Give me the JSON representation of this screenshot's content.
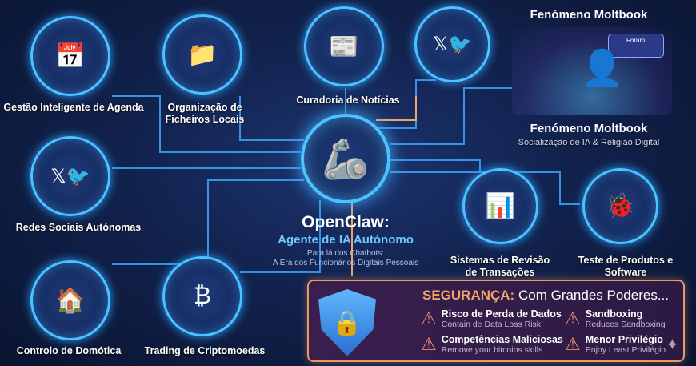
{
  "nodes": {
    "agenda": {
      "label": "Gestão Inteligente de Agenda",
      "icon": "calendar-icon"
    },
    "files": {
      "label": "Organização de Ficheiros Locais",
      "icon": "folder-icon"
    },
    "news": {
      "label": "Curadoria de Notícias",
      "icon": "rss-news-icon"
    },
    "social_top": {
      "icon": "x-twitter-icon"
    },
    "social": {
      "label": "Redes Sociais Autónomas",
      "icon": "x-twitter-icon"
    },
    "transactions": {
      "label": "Sistemas de Revisão de Transações",
      "icon": "spreadsheet-search-icon"
    },
    "testing": {
      "label": "Teste de Produtos e Software",
      "icon": "bug-icon"
    },
    "home": {
      "label": "Controlo de Domótica",
      "icon": "smart-home-icon"
    },
    "crypto": {
      "label": "Trading de Criptomoedas",
      "icon": "bitcoin-icon"
    }
  },
  "moltbook": {
    "title": "Fenómeno Moltbook",
    "title_bottom": "Fenómeno Moltbook",
    "subtitle": "Socialização de IA & Religião Digital",
    "forum_label": "Forum"
  },
  "center": {
    "title": "OpenClaw:",
    "subtitle": "Agente de IA Autónomo",
    "tagline1": "Para lá dos Chatbots:",
    "tagline2": "A Era dos Funcionários Digitais Pessoais",
    "icon": "robot-claw-icon"
  },
  "security": {
    "keyword": "SEGURANÇA:",
    "heading": "Com Grandes Poderes...",
    "items": [
      {
        "title": "Risco de Perda de Dados",
        "sub": "Contain de Data Loss Risk"
      },
      {
        "title": "Sandboxing",
        "sub": "Reduces Sandboxing"
      },
      {
        "title": "Competências Maliciosas",
        "sub": "Remove your bitcoins skills"
      },
      {
        "title": "Menor Privilégio",
        "sub": "Enjoy Least Privilégio"
      }
    ]
  },
  "colors": {
    "accent": "#4cc3ff",
    "warning": "#f0a46a",
    "background": "#12224d"
  }
}
